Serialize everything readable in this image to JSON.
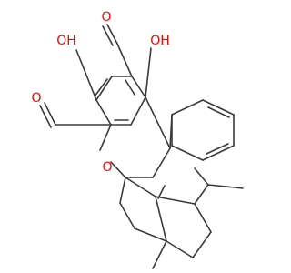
{
  "diagram": {
    "type": "skeletal structural formula",
    "colors": {
      "bond": "#3b3b3b",
      "oxygen": "#ff0000",
      "background": "#ffffff"
    },
    "atom_labels": {
      "aldehyde_top": "O",
      "hydroxyl_left": "OH",
      "hydroxyl_right": "OH",
      "aldehyde_left": "O",
      "ring_oxygen": "O"
    }
  }
}
